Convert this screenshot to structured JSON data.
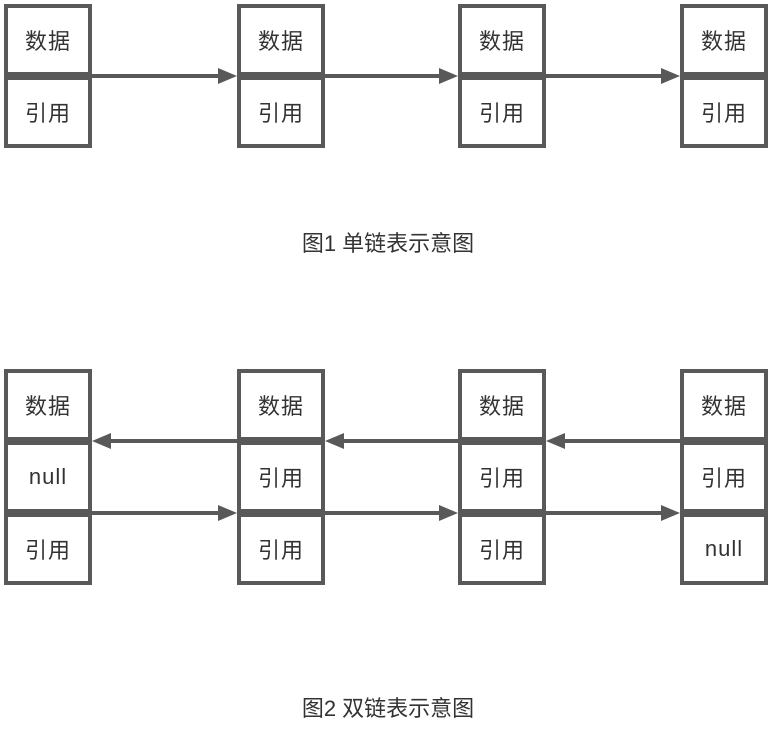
{
  "colors": {
    "line": "#595959",
    "text": "#333333",
    "background": "#ffffff"
  },
  "fig1": {
    "caption": "图1 单链表示意图",
    "nodes": [
      {
        "cells": [
          "数据",
          "引用"
        ]
      },
      {
        "cells": [
          "数据",
          "引用"
        ]
      },
      {
        "cells": [
          "数据",
          "引用"
        ]
      },
      {
        "cells": [
          "数据",
          "引用"
        ]
      }
    ]
  },
  "fig2": {
    "caption": "图2 双链表示意图",
    "nodes": [
      {
        "cells": [
          "数据",
          "null",
          "引用"
        ]
      },
      {
        "cells": [
          "数据",
          "引用",
          "引用"
        ]
      },
      {
        "cells": [
          "数据",
          "引用",
          "引用"
        ]
      },
      {
        "cells": [
          "数据",
          "引用",
          "null"
        ]
      }
    ]
  }
}
